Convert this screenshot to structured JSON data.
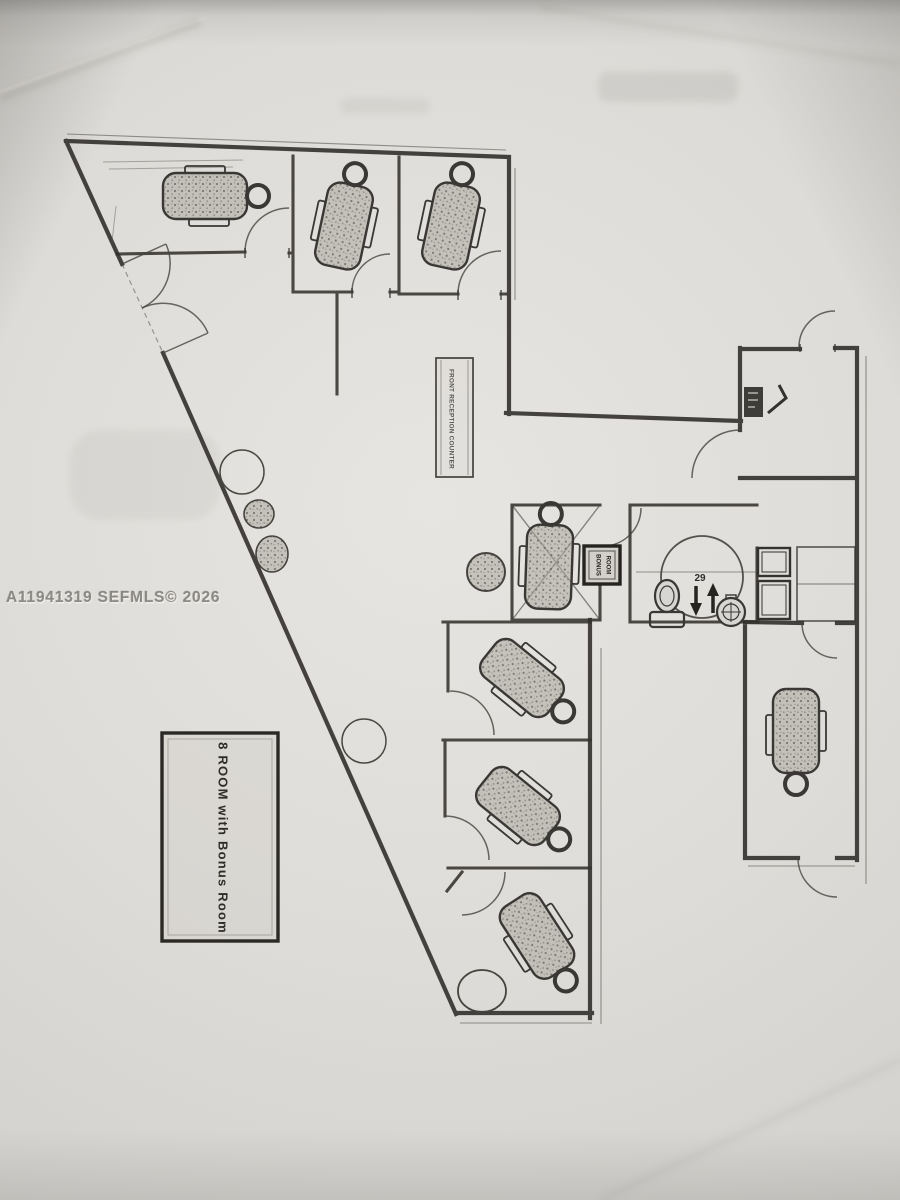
{
  "watermark": "A11941319  SEFMLS© 2026",
  "plan": {
    "legend": "8 ROOM with Bonus Room",
    "counter_label": "FRONT RECEPTION COUNTER",
    "bonus_room": {
      "line1": "BONUS",
      "line2": "ROOM"
    },
    "turning_radius": "29",
    "exam_chair_count": 8,
    "fixtures": [
      "exam-chair",
      "toilet",
      "pedestal-sink",
      "reception-counter",
      "storage-cabinets",
      "waiting-stools",
      "ada-turning-circle"
    ]
  },
  "colors": {
    "paper": "#dcd9d5",
    "ink": "#34322e",
    "chair_fill": "#a8a59c",
    "watermark": "#8d8a86"
  }
}
